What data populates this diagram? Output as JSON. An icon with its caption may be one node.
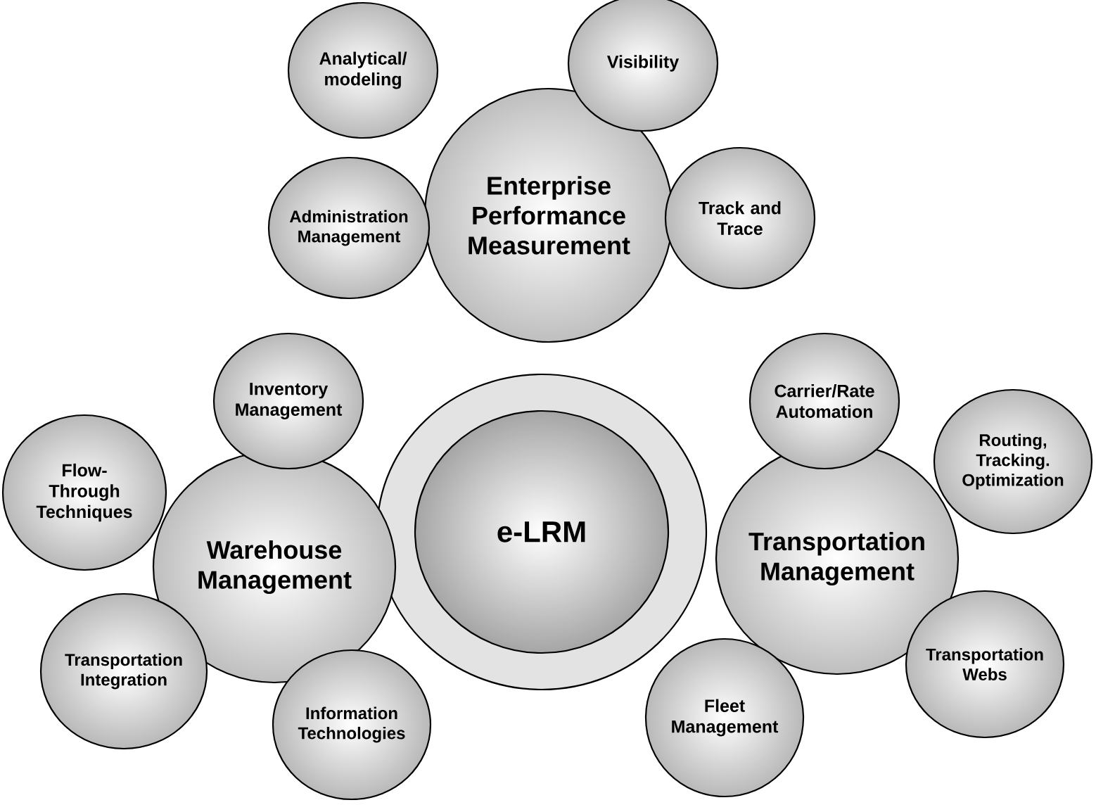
{
  "diagram": {
    "nodes": [
      {
        "text": [
          "Analytical/ modeling"
        ]
      },
      {
        "text": [
          "Visibility"
        ]
      },
      {
        "text": [
          "Administration Management"
        ]
      },
      {
        "text": [
          "Enterprise Performance Measurement"
        ]
      },
      {
        "text": [
          "Track and Trace"
        ]
      },
      {
        "text": [
          "Inventory Management"
        ]
      },
      {
        "text": [
          "Carrier/Rate Automation"
        ]
      },
      {
        "text": [],
        "shape": "circle"
      },
      {
        "text": [
          "e-LRM"
        ],
        "in": 7
      },
      {
        "text": [
          "Flow-Through Techniques"
        ]
      },
      {
        "text": [
          "Routing, Tracking. Optimization"
        ]
      },
      {
        "text": [
          "Warehouse Management"
        ]
      },
      {
        "text": [
          "Transportation Management"
        ]
      },
      {
        "text": [
          "Transportation Integration"
        ]
      },
      {
        "text": [
          "Transportation Webs"
        ]
      },
      {
        "text": [
          "Information Technologies"
        ]
      },
      {
        "text": [
          "Fleet Management"
        ]
      }
    ]
  }
}
